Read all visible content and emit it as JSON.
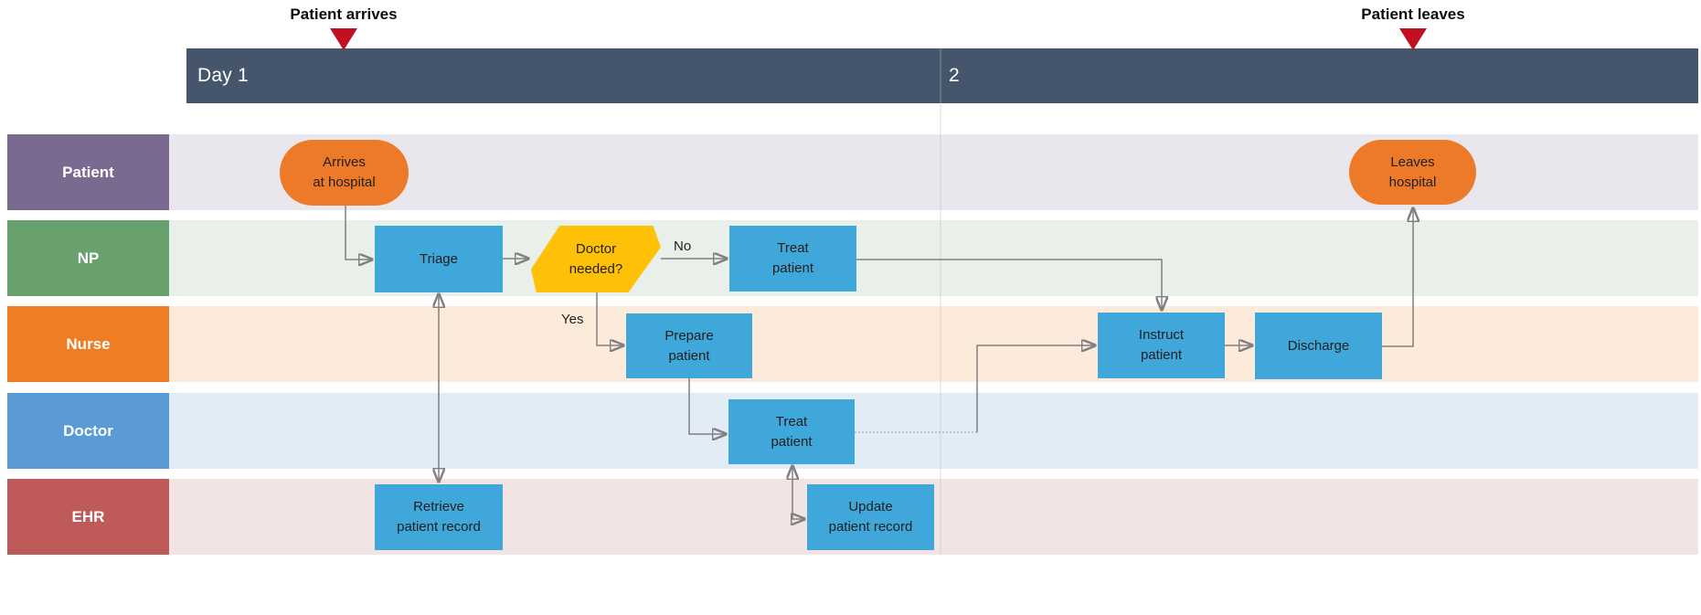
{
  "timeline": {
    "day1_label": "Day 1",
    "day2_label": "2"
  },
  "markers": {
    "arrives": {
      "label": "Patient arrives"
    },
    "leaves": {
      "label": "Patient leaves"
    }
  },
  "lanes": [
    {
      "label": "Patient",
      "color": "#7B6A8F",
      "tint": "#E9E7ED"
    },
    {
      "label": "NP",
      "color": "#68A06E",
      "tint": "#E8F0E9"
    },
    {
      "label": "Nurse",
      "color": "#EF7D26",
      "tint": "#FCEADA"
    },
    {
      "label": "Doctor",
      "color": "#5B9BD5",
      "tint": "#E2ECF7"
    },
    {
      "label": "EHR",
      "color": "#BE5A5A",
      "tint": "#F3E4E4"
    }
  ],
  "shapes": [
    {
      "id": "arrives-at-hospital",
      "type": "start",
      "lines": [
        "Arrives",
        "at hospital"
      ],
      "color": "#EC7A28"
    },
    {
      "id": "triage",
      "type": "process",
      "lines": [
        "Triage"
      ],
      "color": "#3FA7D9"
    },
    {
      "id": "doctor-needed",
      "type": "decision",
      "lines": [
        "Doctor",
        "needed?"
      ],
      "color": "#FFC008"
    },
    {
      "id": "treat-patient-np",
      "type": "process",
      "lines": [
        "Treat",
        "patient"
      ],
      "color": "#3FA7D9"
    },
    {
      "id": "prepare-patient",
      "type": "process",
      "lines": [
        "Prepare",
        "patient"
      ],
      "color": "#3FA7D9"
    },
    {
      "id": "treat-patient-doctor",
      "type": "process",
      "lines": [
        "Treat",
        "patient"
      ],
      "color": "#3FA7D9"
    },
    {
      "id": "instruct-patient",
      "type": "process",
      "lines": [
        "Instruct",
        "patient"
      ],
      "color": "#3FA7D9"
    },
    {
      "id": "discharge",
      "type": "process",
      "lines": [
        "Discharge"
      ],
      "color": "#3FA7D9"
    },
    {
      "id": "retrieve-patient-record",
      "type": "process",
      "lines": [
        "Retrieve",
        "patient record"
      ],
      "color": "#3FA7D9"
    },
    {
      "id": "update-patient-record",
      "type": "process",
      "lines": [
        "Update",
        "patient record"
      ],
      "color": "#3FA7D9"
    },
    {
      "id": "leaves-hospital",
      "type": "end",
      "lines": [
        "Leaves",
        "hospital"
      ],
      "color": "#EC7A28"
    }
  ],
  "edge_labels": {
    "no": "No",
    "yes": "Yes"
  },
  "colors": {
    "timeline_bar": "#45566C",
    "marker_triangle": "#C01022",
    "connector": "#808080",
    "shape_text": "#1F1F1F"
  }
}
